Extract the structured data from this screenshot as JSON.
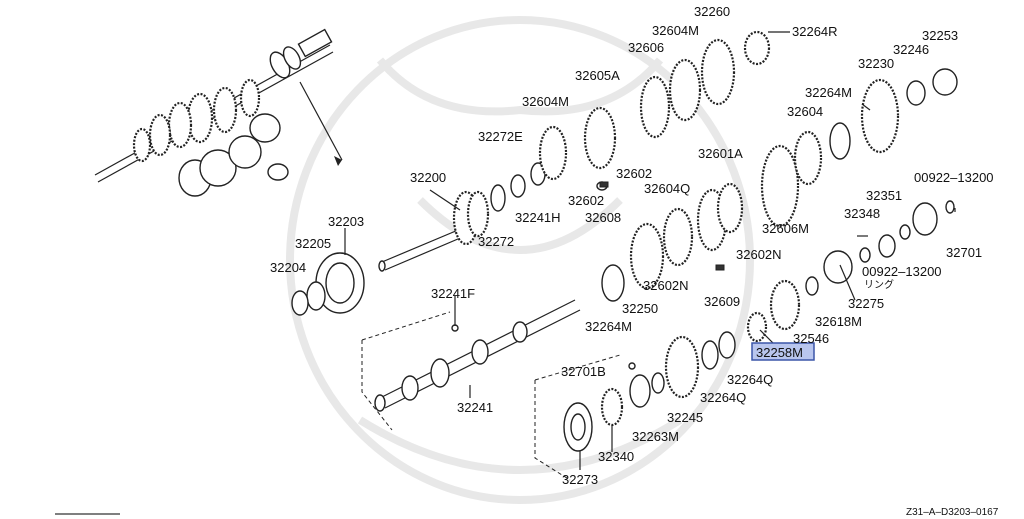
{
  "drawing_code": "Z31–A–D3203–0167",
  "highlight_color": "#b9c6ee",
  "parts": {
    "p32260": "32260",
    "p32604m_a": "32604M",
    "p32264r": "32264R",
    "p32253": "32253",
    "p32606": "32606",
    "p32246": "32246",
    "p32605a": "32605A",
    "p32230": "32230",
    "p32604m_b": "32604M",
    "p32264m_a": "32264M",
    "p32604": "32604",
    "p32272e": "32272E",
    "p32601a": "32601A",
    "p00922_13200_a": "00922–13200",
    "p32602_a": "32602",
    "p32602_b": "32602",
    "p32604q": "32604Q",
    "p32351": "32351",
    "p32200": "32200",
    "p32241h": "32241H",
    "p32608": "32608",
    "p32348": "32348",
    "p32606m": "32606M",
    "p32203": "32203",
    "p32272": "32272",
    "p32701_a": "32701",
    "p32205": "32205",
    "p32602n_a": "32602N",
    "p00922_13200_b": "00922–13200",
    "p32204": "32204",
    "p32241f": "32241F",
    "p32602n_b": "32602N",
    "p32275": "32275",
    "p32609": "32609",
    "p32250": "32250",
    "p32618m": "32618M",
    "p32264m_b": "32264M",
    "p32546": "32546",
    "p32258m": "32258M",
    "p32701b": "32701B",
    "p32264q_a": "32264Q",
    "p32264q_b": "32264Q",
    "p32241": "32241",
    "p32245": "32245",
    "p32263m": "32263M",
    "p32340": "32340",
    "p32273": "32273",
    "ring_note": "リング"
  }
}
